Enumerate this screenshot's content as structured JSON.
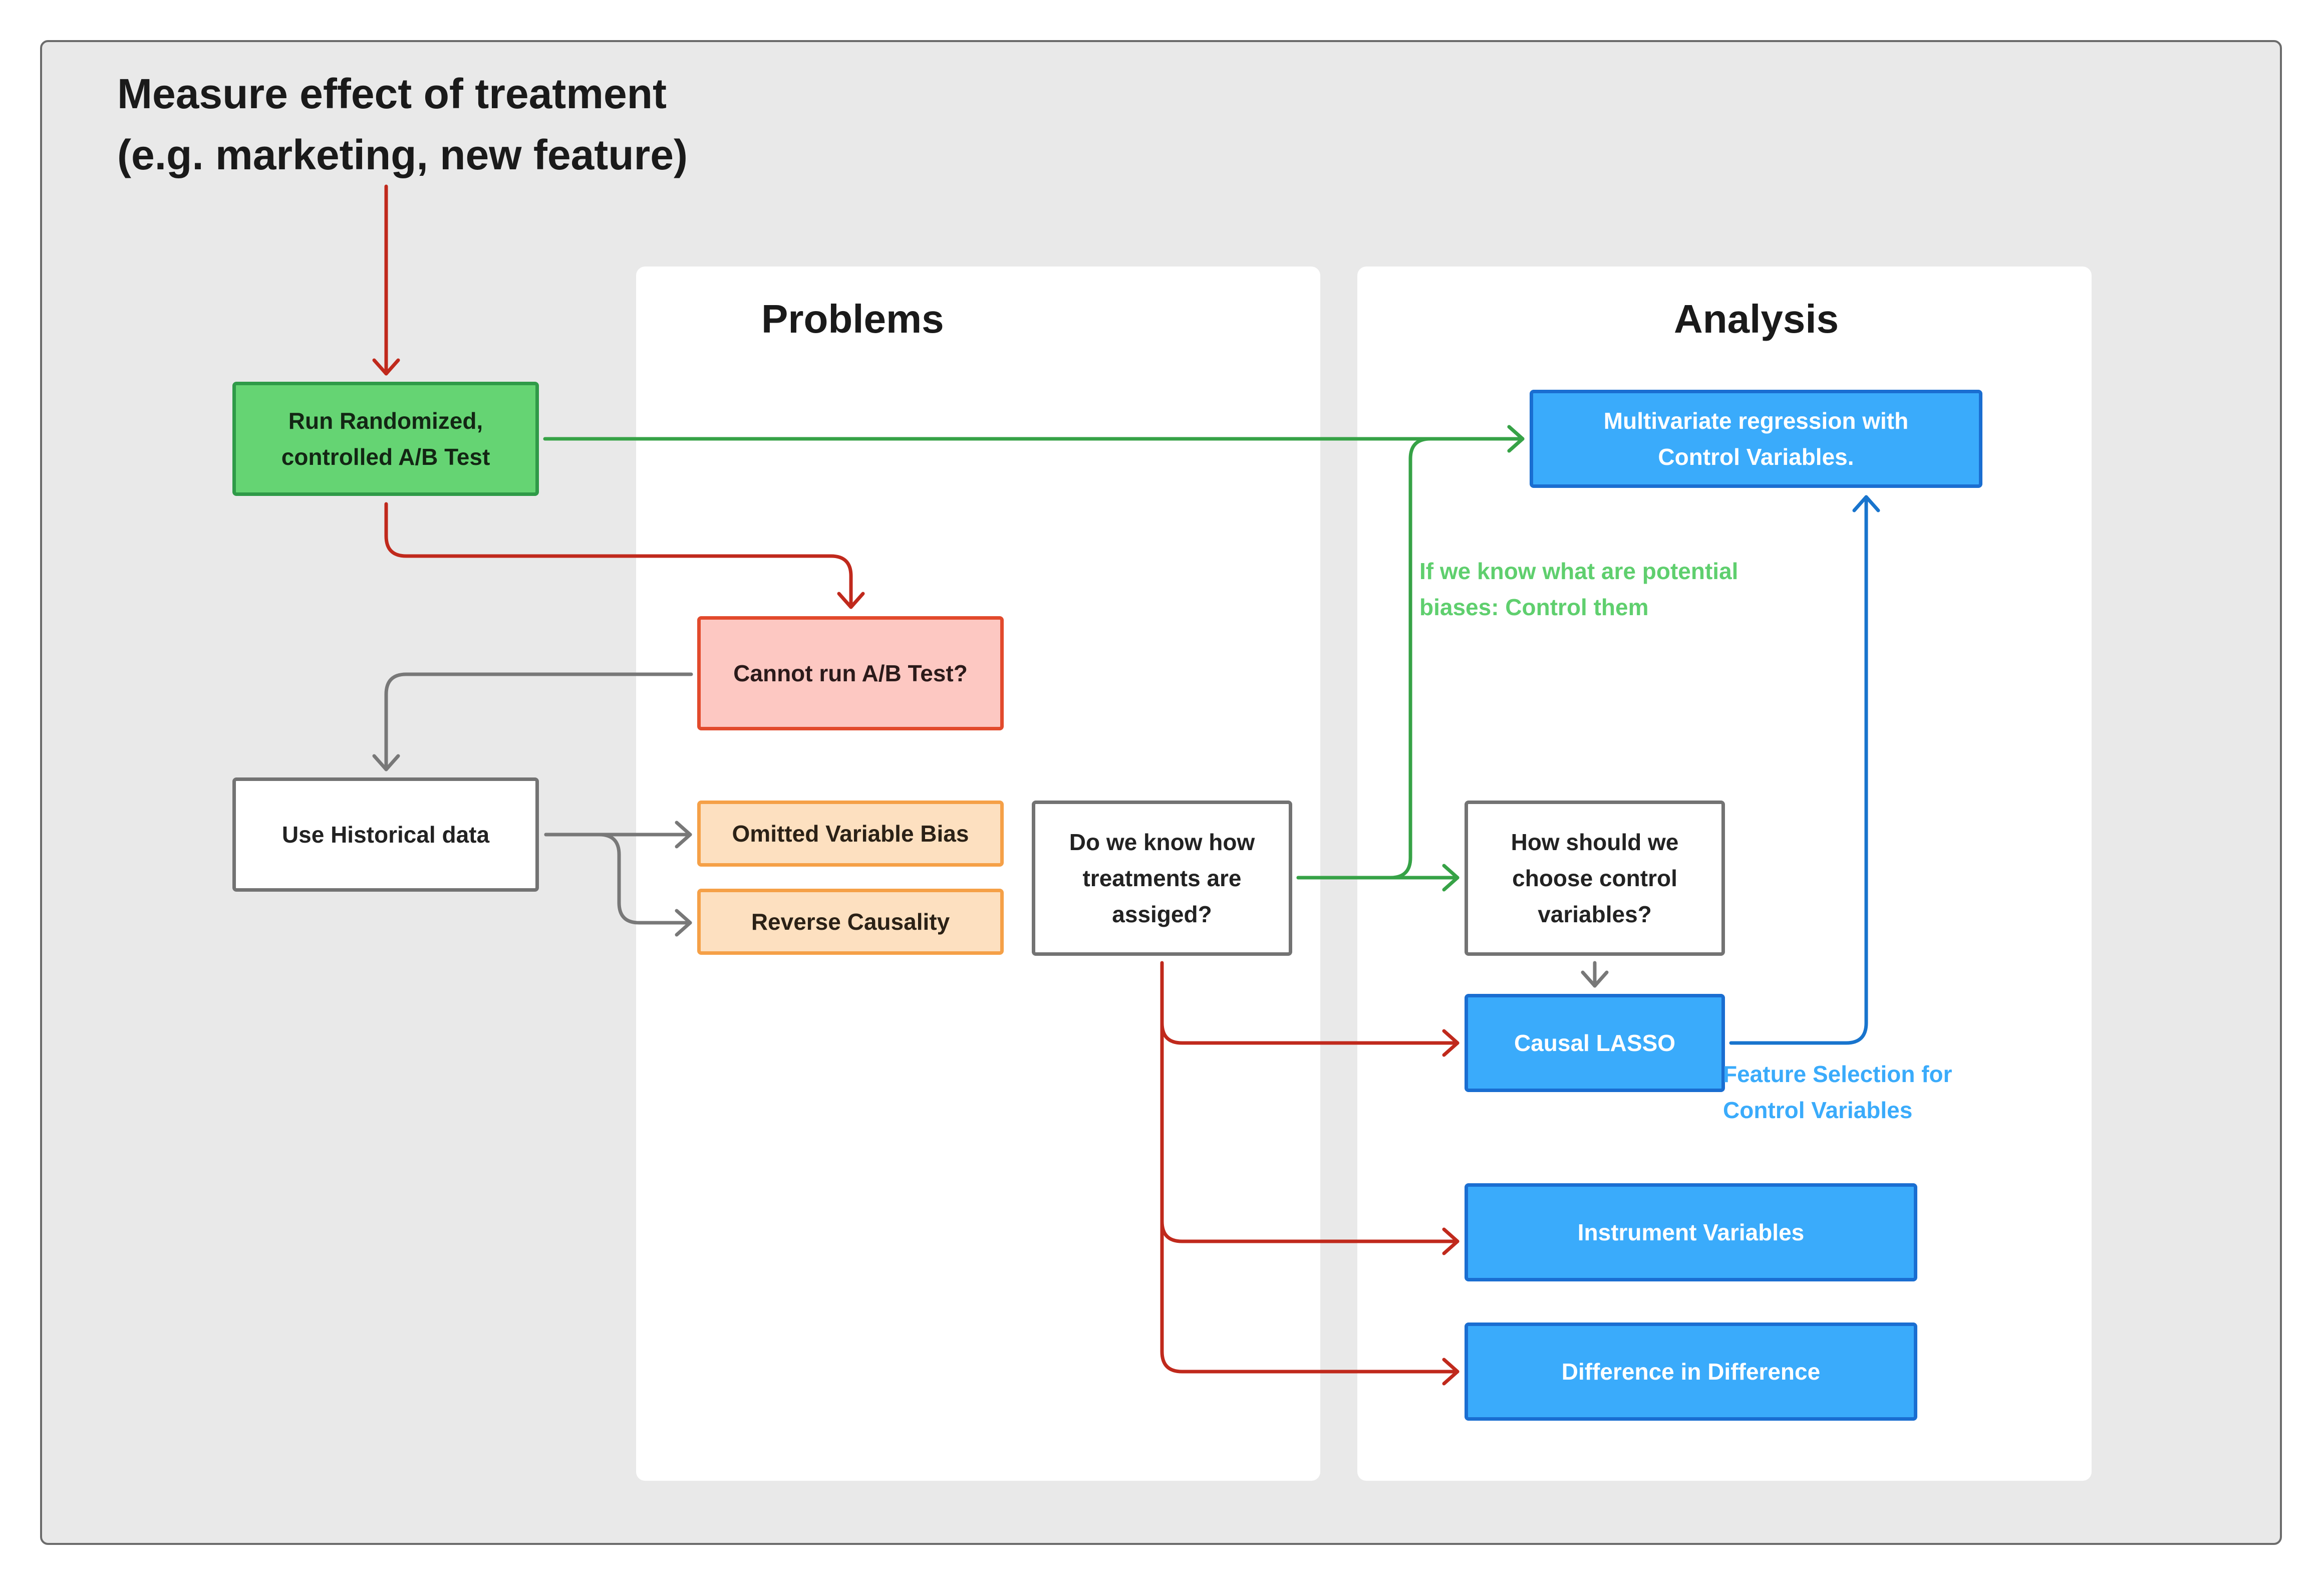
{
  "title": {
    "line1": "Measure effect of treatment",
    "line2": "(e.g. marketing, new feature)"
  },
  "panels": {
    "problems": "Problems",
    "analysis": "Analysis"
  },
  "nodes": {
    "ab_test": [
      "Run Randomized,",
      "controlled A/B Test"
    ],
    "cannot_ab": [
      "Cannot run A/B Test?"
    ],
    "historical": [
      "Use Historical data"
    ],
    "omitted_bias": [
      "Omitted Variable Bias"
    ],
    "reverse_causality": [
      "Reverse Causality"
    ],
    "know_assigned": [
      "Do we know how",
      "treatments are",
      "assiged?"
    ],
    "choose_controls": [
      "How should we",
      "choose control",
      "variables?"
    ],
    "multivariate": [
      "Multivariate regression with",
      "Control Variables."
    ],
    "causal_lasso": [
      "Causal LASSO"
    ],
    "instrument": [
      "Instrument Variables"
    ],
    "diff_in_diff": [
      "Difference in Difference"
    ]
  },
  "notes": {
    "control_biases": [
      "If we know what are potential",
      "biases: Control them"
    ],
    "feature_selection": [
      "Feature Selection for",
      "Control Variables"
    ]
  },
  "colors": {
    "red_arrow": "#c0291c",
    "green_arrow": "#36a246",
    "gray_arrow": "#787878",
    "blue_arrow": "#1874cd"
  }
}
